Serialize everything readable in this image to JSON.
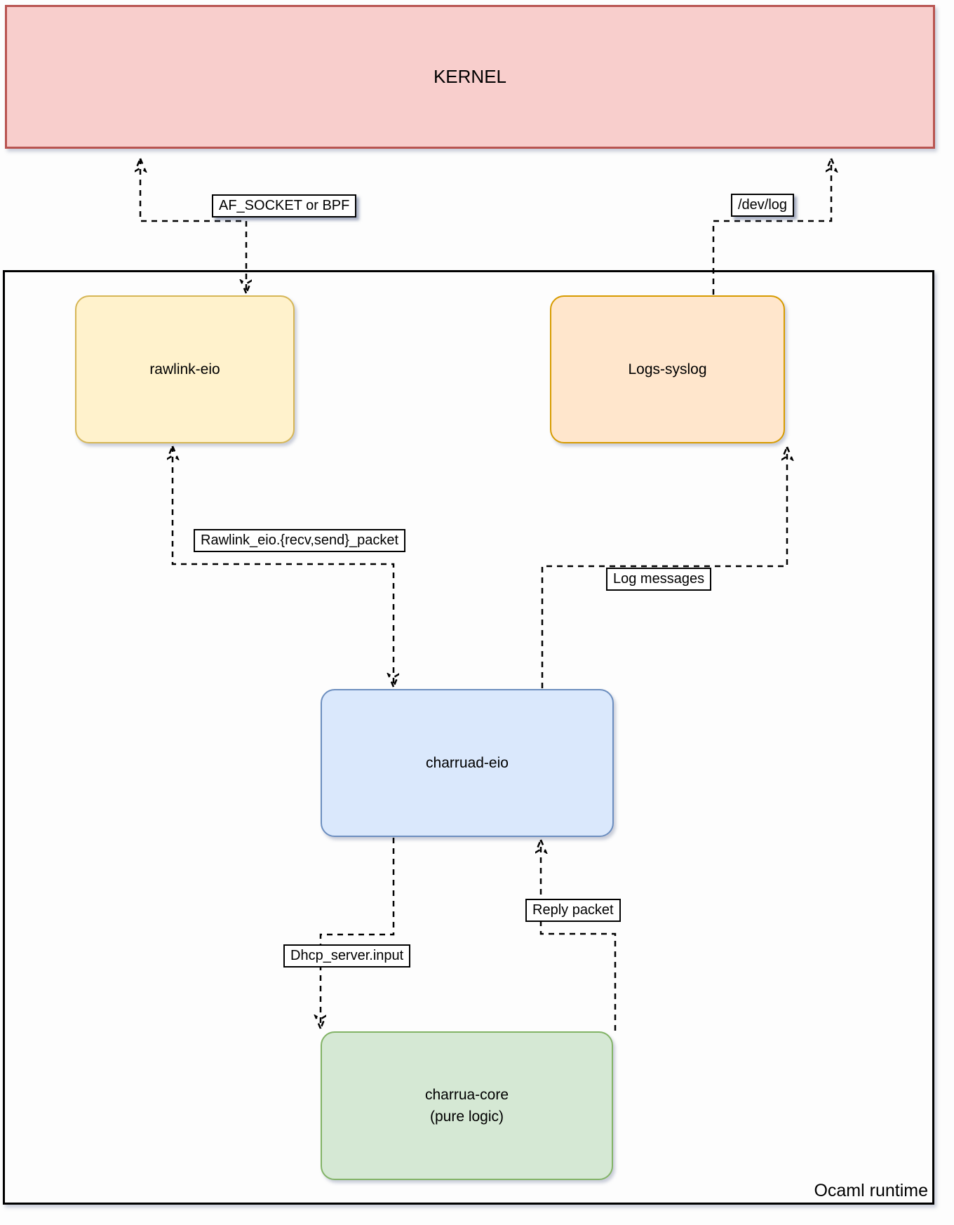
{
  "kernel": {
    "label": "KERNEL",
    "fill": "#F8CECC",
    "border_color": "#B85450"
  },
  "runtime": {
    "label": "Ocaml runtime",
    "border_color": "#000000"
  },
  "nodes": {
    "rawlink": {
      "label": "rawlink-eio",
      "fill": "#FFF2CC",
      "border_color": "#D6B656"
    },
    "syslog": {
      "label": "Logs-syslog",
      "fill": "#FFE6CC",
      "border_color": "#D79B00"
    },
    "charruad": {
      "label": "charruad-eio",
      "fill": "#DAE8FC",
      "border_color": "#6C8EBF"
    },
    "charrua_core": {
      "label": "charrua-core",
      "label_line2": "(pure logic)",
      "fill": "#D5E8D4",
      "border_color": "#82B366"
    }
  },
  "edges": {
    "af_socket": {
      "label": "AF_SOCKET or BPF"
    },
    "dev_log": {
      "label": "/dev/log"
    },
    "rawlink_packet": {
      "label": "Rawlink_eio.{recv,send}_packet"
    },
    "log_messages": {
      "label": "Log messages"
    },
    "dhcp_input": {
      "label": "Dhcp_server.input"
    },
    "reply_packet": {
      "label": "Reply packet"
    }
  },
  "line_style": {
    "stroke": "#000000",
    "dashed": true
  }
}
